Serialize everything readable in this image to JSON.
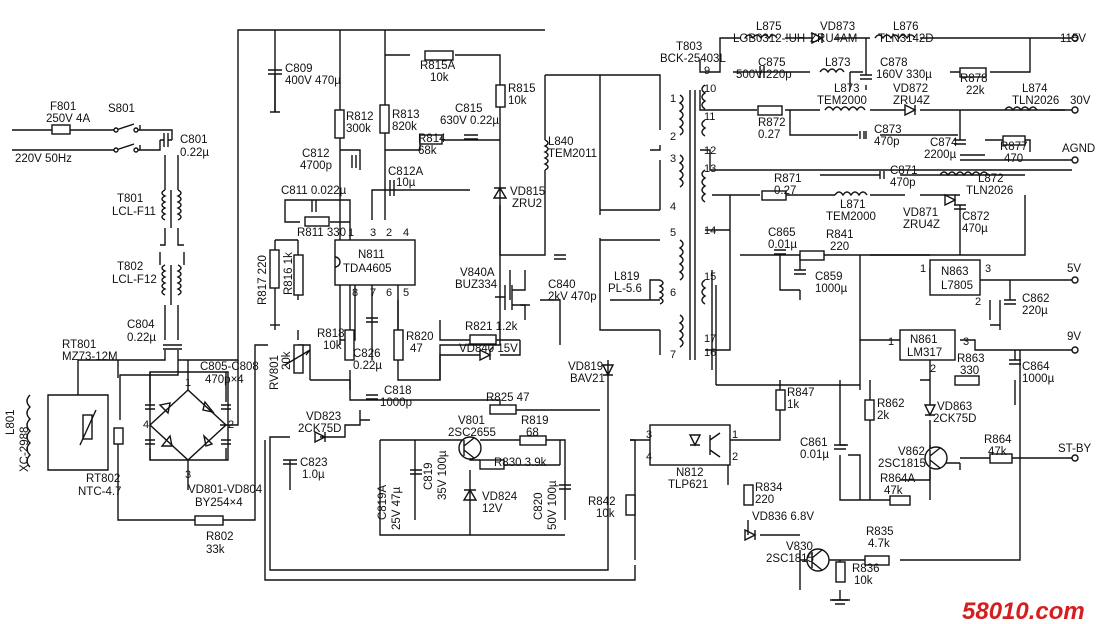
{
  "mains": {
    "input": "220V 50Hz",
    "fuse": "F801",
    "fuse_value": "250V 4A",
    "switch": "S801"
  },
  "filter": {
    "c801": "C801",
    "c801_val": "0.22µ",
    "t801": "T801",
    "t801_val": "LCL-F11",
    "t802": "T802",
    "t802_val": "LCL-F12",
    "c804": "C804",
    "c804_val": "0.22µ",
    "l801": "L801",
    "l801_val": "XC-2988"
  },
  "protect": {
    "rt801": "RT801",
    "rt801_val": "MZ73-12M",
    "rt802": "RT802",
    "rt802_val": "NTC-4.7"
  },
  "bridge": {
    "caps": "C805-C808",
    "caps_val": "470p×4",
    "diodes": "VD801-VD804",
    "diodes_val": "BY254×4",
    "pin1": "1",
    "pin2": "2",
    "pin3": "3",
    "pin4": "4"
  },
  "primary": {
    "c809": "C809",
    "c809_val": "400V 470µ",
    "r812": "R812",
    "r812_val": "300k",
    "r813": "R813",
    "r813_val": "820k",
    "r815a": "R815A",
    "r815a_val": "10k",
    "r815": "R815",
    "r815_val": "10k",
    "c815": "C815",
    "c815_val": "630V 0.22µ",
    "r814": "R814",
    "r814_val": "68k",
    "c812": "C812",
    "c812_val": "4700p",
    "c812a": "C812A",
    "c812a_val": "10µ",
    "c811": "C811 0.022µ",
    "r811": "R811 330",
    "r817": "R817 220",
    "r816": "R816 1k",
    "ic": "N811",
    "ic_val": "TDA4605",
    "rv801": "RV801",
    "rv801_val": "20k",
    "r818": "R818",
    "r818_val": "10k",
    "c826": "C826",
    "c826_val": "0.22µ",
    "r820": "R820",
    "r820_val": "47",
    "c818": "C818",
    "c818_val": "1000p",
    "vd823": "VD823",
    "vd823_val": "2CK75D",
    "c823": "C823",
    "c823_val": "1.0µ",
    "l840": "L840",
    "l840_val": "TEM2011",
    "vd815": "VD815",
    "vd815_val": "ZRU2",
    "v840a": "V840A",
    "v840a_val": "BUZ334",
    "c840": "C840",
    "c840_val": "2kV 470p",
    "r821": "R821 1.2k",
    "vd840": "VD840 15V",
    "l819": "L819",
    "l819_val": "PL-5.6",
    "vd819": "VD819",
    "vd819_val": "BAV21",
    "r825": "R825 47",
    "v801": "V801",
    "v801_val": "2SC2655",
    "r819": "R819",
    "r819_val": "68",
    "r830": "R830 3.9k",
    "vd824": "VD824",
    "vd824_val": "12V",
    "c819": "C819",
    "c819_val": "35V 100µ",
    "c819a": "C819A",
    "c819a_val": "25V 47µ",
    "c820": "C820",
    "c820_val": "50V 100µ",
    "r842": "R842",
    "r842_val": "10k",
    "r802": "R802",
    "r802_val": "33k",
    "ic_pins": [
      "1",
      "2",
      "3",
      "4",
      "5",
      "6",
      "7",
      "8"
    ]
  },
  "transformer": {
    "name": "T803",
    "model": "BCK-25403L",
    "pins": [
      "1",
      "2",
      "3",
      "4",
      "5",
      "6",
      "7",
      "9",
      "10",
      "11",
      "12",
      "13",
      "14",
      "15",
      "16",
      "17"
    ]
  },
  "secondary": {
    "l875": "L875",
    "l875_val": "LGB0312-!UH",
    "vd873": "VD873",
    "vd873_val": "ZRU4AM",
    "l876": "L876",
    "l876_val": "TLN3142D",
    "c875": "C875",
    "c875_val": "500V 220p",
    "l873a": "L873",
    "c878": "C878",
    "c878_val": "160V 330µ",
    "r878": "R878",
    "r878_val": "22k",
    "l873": "L873",
    "l873_val": "TEM2000",
    "vd872": "VD872",
    "vd872_val": "ZRU4Z",
    "l874": "L874",
    "l874_val": "TLN2026",
    "r872": "R872",
    "r872_val": "0.27",
    "c873": "C873",
    "c873_val": "470p",
    "c874": "C874",
    "c874_val": "2200µ",
    "r877": "R877",
    "r877_val": "470",
    "r871": "R871",
    "r871_val": "0.27",
    "c871": "C871",
    "c871_val": "470p",
    "l872": "L872",
    "l872_val": "TLN2026",
    "l871": "L871",
    "l871_val": "TEM2000",
    "vd871": "VD871",
    "vd871_val": "ZRU4Z",
    "c872": "C872",
    "c872_val": "470µ",
    "c865": "C865",
    "c865_val": "0.01µ",
    "r841": "R841",
    "r841_val": "220",
    "c859": "C859",
    "c859_val": "1000µ",
    "n863": "N863",
    "n863_val": "L7805",
    "c862": "C862",
    "c862_val": "220µ",
    "n861": "N861",
    "n861_val": "LM317",
    "r863": "R863",
    "r863_val": "330",
    "c864": "C864",
    "c864_val": "1000µ",
    "r847": "R847",
    "r847_val": "1k",
    "n812": "N812",
    "n812_val": "TLP621",
    "r834": "R834",
    "r834_val": "220",
    "vd836": "VD836 6.8V",
    "v830": "V830",
    "v830_val": "2SC1815",
    "r835": "R835",
    "r835_val": "4.7k",
    "r836": "R836",
    "r836_val": "10k",
    "r862": "R862",
    "r862_val": "2k",
    "vd863": "VD863",
    "vd863_val": "2CK75D",
    "c861": "C861",
    "c861_val": "0.01µ",
    "v862": "V862",
    "v862_val": "2SC1815",
    "r864": "R864",
    "r864_val": "47k",
    "r864a": "R864A",
    "r864a_val": "47k",
    "reg_pins": [
      "1",
      "2",
      "3",
      "1",
      "2",
      "3"
    ],
    "opto_pins": [
      "3",
      "4",
      "1",
      "2"
    ]
  },
  "outputs": {
    "v115": "115V",
    "v30": "30V",
    "agnd": "AGND",
    "v5": "5V",
    "v9": "9V",
    "stby": "ST-BY"
  },
  "watermark": "58010.com"
}
